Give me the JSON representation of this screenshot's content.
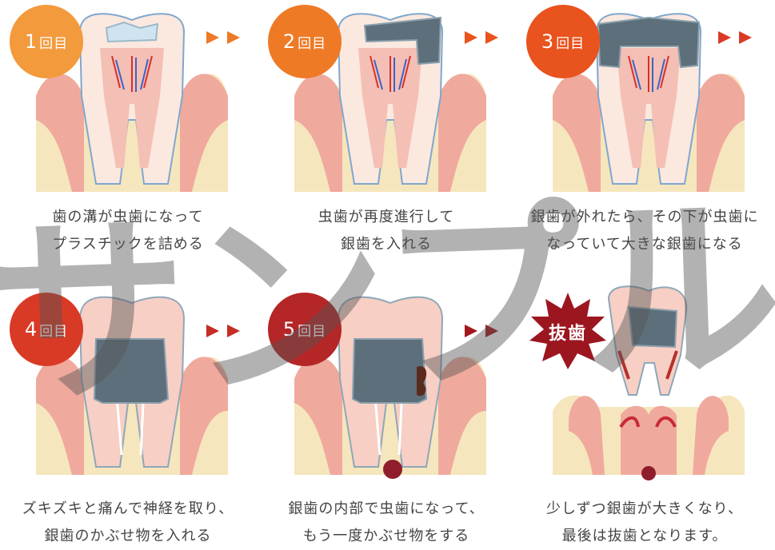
{
  "steps": [
    {
      "num": "1",
      "suffix": "回目",
      "caption_line1": "歯の溝が虫歯になって",
      "caption_line2": "プラスチックを詰める",
      "badge_color": "#f39a3c"
    },
    {
      "num": "2",
      "suffix": "回目",
      "caption_line1": "虫歯が再度進行して",
      "caption_line2": "銀歯を入れる",
      "badge_color": "#ee7a26"
    },
    {
      "num": "3",
      "suffix": "回目",
      "caption_line1": "銀歯が外れたら、その下が虫歯に",
      "caption_line2": "なっていて大きな銀歯になる",
      "badge_color": "#e9531d"
    },
    {
      "num": "4",
      "suffix": "回目",
      "caption_line1": "ズキズキと痛んで神経を取り、",
      "caption_line2": "銀歯のかぶせ物を入れる",
      "badge_color": "#d93a26"
    },
    {
      "num": "5",
      "suffix": "回目",
      "caption_line1": "銀歯の内部で虫歯になって、",
      "caption_line2": "もう一度かぶせ物をする",
      "badge_color": "#b52626"
    },
    {
      "label": "抜歯",
      "caption_line1": "少しずつ銀歯が大きくなり、",
      "caption_line2": "最後は抜歯となります。",
      "badge_color": "#9c1620"
    }
  ],
  "watermark": {
    "text": "サンプル"
  },
  "colors": {
    "gum": "#f0a99d",
    "bone": "#f6e6bd",
    "tooth": "#fbe8df",
    "metal": "#5d6f7b",
    "arrow": "#ee7a26"
  }
}
